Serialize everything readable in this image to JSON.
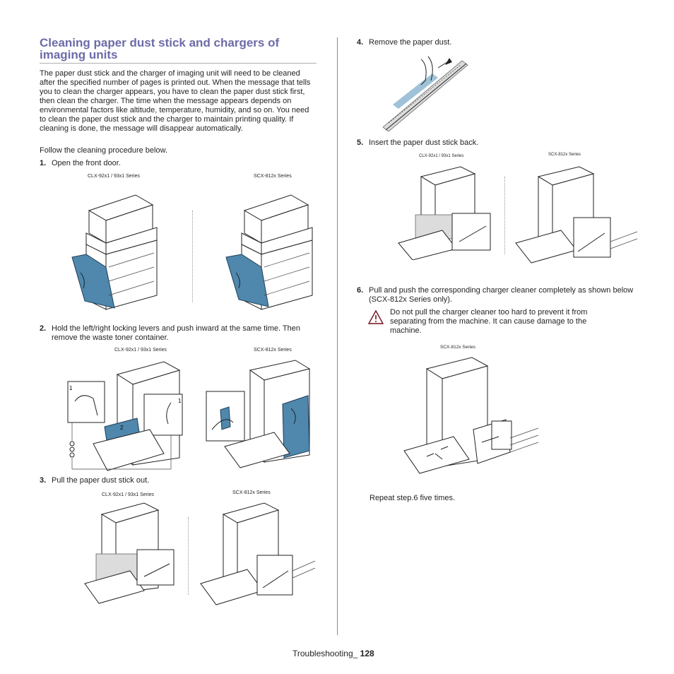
{
  "title": "Cleaning paper dust stick and chargers of imaging units",
  "intro": "The paper dust stick and the charger of imaging unit will need to be cleaned after the specified number of pages is printed out. When the message that tells you to clean the charger appears, you have to clean the paper dust stick first, then clean the charger. The time when the message appears depends on environmental factors like altitude, temperature, humidity, and so on. You need to clean the paper dust stick and the charger to maintain printing quality. If cleaning is done, the message will disappear automatically.",
  "follow": "Follow the cleaning procedure below.",
  "steps": [
    {
      "num": "1.",
      "text": "Open the front door."
    },
    {
      "num": "2.",
      "text": "Hold the left/right locking levers and push inward at the same time. Then remove the waste toner container."
    },
    {
      "num": "3.",
      "text": "Pull the paper dust stick out."
    },
    {
      "num": "4.",
      "text": "Remove the paper dust."
    },
    {
      "num": "5.",
      "text": "Insert the paper dust stick back."
    },
    {
      "num": "6.",
      "text": "Pull and push the corresponding charger cleaner completely as shown below (SCX-812x Series only)."
    }
  ],
  "caution": "Do not pull the charger cleaner too hard to prevent it from separating from the machine. It can cause damage to the machine.",
  "repeat": "Repeat step.6 five times.",
  "captions": {
    "clx": "CLX-92x1 / 93x1 Series",
    "scx": "SCX-812x Series"
  },
  "callouts": {
    "one": "1",
    "two": "2"
  },
  "footer": {
    "section": "Troubleshooting_",
    "page": "128"
  },
  "colors": {
    "title": "#6c6ba8",
    "accent_blue": "#4f87ad"
  }
}
